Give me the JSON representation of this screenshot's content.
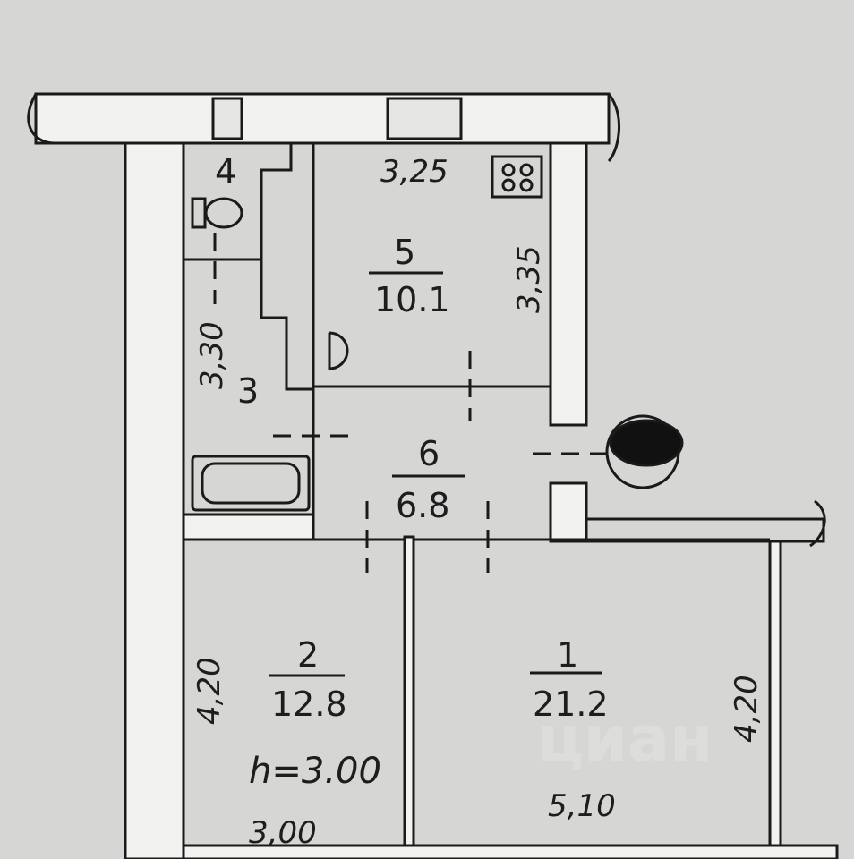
{
  "plan": {
    "rooms": [
      {
        "number": "1",
        "area": "21.2"
      },
      {
        "number": "2",
        "area": "12.8"
      },
      {
        "number": "3"
      },
      {
        "number": "4"
      },
      {
        "number": "5",
        "area": "10.1"
      },
      {
        "number": "6",
        "area": "6.8"
      }
    ],
    "dimensions": {
      "kitchen_width": "3,25",
      "kitchen_length": "3,35",
      "hall_length": "3,30",
      "room2_length": "4,20",
      "room2_width": "3,00",
      "room1_length": "4,20",
      "room1_width": "5,10"
    },
    "ceiling_height": "h=3.00",
    "watermark": "циан"
  }
}
